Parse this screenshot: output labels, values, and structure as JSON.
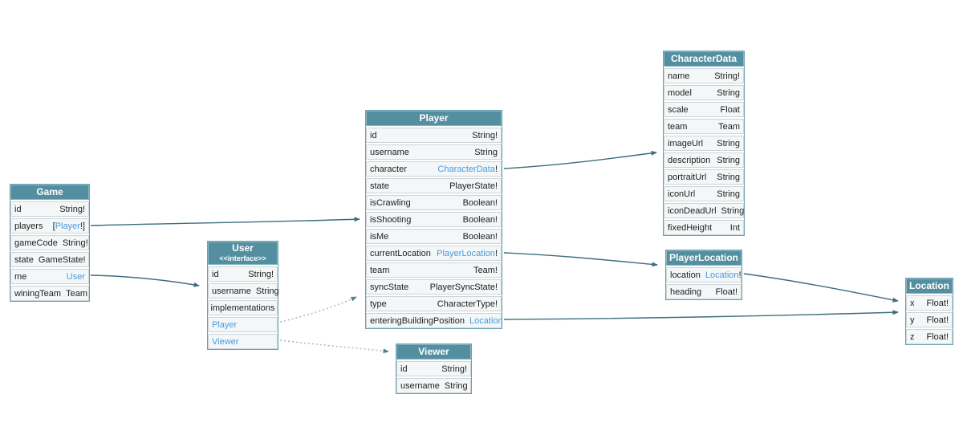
{
  "diagram": {
    "colors": {
      "header_bg": "#538fa0",
      "row_bg": "#f4f7f8",
      "link_text": "#4a9adf",
      "arrow_solid": "#3d6e7e",
      "arrow_dotted": "#9bb9c4"
    },
    "tables": [
      {
        "id": "game",
        "title": "Game",
        "rows": [
          {
            "name": "id",
            "type": [
              {
                "t": "String!"
              }
            ]
          },
          {
            "name": "players",
            "type": [
              {
                "t": "["
              },
              {
                "t": "Player",
                "link": true
              },
              {
                "t": "!]"
              }
            ]
          },
          {
            "name": "gameCode",
            "type": [
              {
                "t": "String!"
              }
            ]
          },
          {
            "name": "state",
            "type": [
              {
                "t": "GameState!"
              }
            ]
          },
          {
            "name": "me",
            "type": [
              {
                "t": "User",
                "link": true
              }
            ]
          },
          {
            "name": "winingTeam",
            "type": [
              {
                "t": "Team"
              }
            ]
          }
        ]
      },
      {
        "id": "user",
        "title": "User",
        "subtitle": "<<interface>>",
        "rows": [
          {
            "name": "id",
            "type": [
              {
                "t": "String!"
              }
            ]
          },
          {
            "name": "username",
            "type": [
              {
                "t": "String"
              }
            ]
          },
          {
            "section": "implementations"
          },
          {
            "link": "Player"
          },
          {
            "link": "Viewer"
          }
        ]
      },
      {
        "id": "player",
        "title": "Player",
        "rows": [
          {
            "name": "id",
            "type": [
              {
                "t": "String!"
              }
            ]
          },
          {
            "name": "username",
            "type": [
              {
                "t": "String"
              }
            ]
          },
          {
            "name": "character",
            "type": [
              {
                "t": "CharacterData",
                "link": true
              },
              {
                "t": "!"
              }
            ]
          },
          {
            "name": "state",
            "type": [
              {
                "t": "PlayerState!"
              }
            ]
          },
          {
            "name": "isCrawling",
            "type": [
              {
                "t": "Boolean!"
              }
            ]
          },
          {
            "name": "isShooting",
            "type": [
              {
                "t": "Boolean!"
              }
            ]
          },
          {
            "name": "isMe",
            "type": [
              {
                "t": "Boolean!"
              }
            ]
          },
          {
            "name": "currentLocation",
            "type": [
              {
                "t": "PlayerLocation",
                "link": true
              },
              {
                "t": "!"
              }
            ]
          },
          {
            "name": "team",
            "type": [
              {
                "t": "Team!"
              }
            ]
          },
          {
            "name": "syncState",
            "type": [
              {
                "t": "PlayerSyncState!"
              }
            ]
          },
          {
            "name": "type",
            "type": [
              {
                "t": "CharacterType!"
              }
            ]
          },
          {
            "name": "enteringBuildingPosition",
            "type": [
              {
                "t": "Location",
                "link": true
              }
            ]
          }
        ]
      },
      {
        "id": "viewer",
        "title": "Viewer",
        "rows": [
          {
            "name": "id",
            "type": [
              {
                "t": "String!"
              }
            ]
          },
          {
            "name": "username",
            "type": [
              {
                "t": "String"
              }
            ]
          }
        ]
      },
      {
        "id": "characterdata",
        "title": "CharacterData",
        "rows": [
          {
            "name": "name",
            "type": [
              {
                "t": "String!"
              }
            ]
          },
          {
            "name": "model",
            "type": [
              {
                "t": "String"
              }
            ]
          },
          {
            "name": "scale",
            "type": [
              {
                "t": "Float"
              }
            ]
          },
          {
            "name": "team",
            "type": [
              {
                "t": "Team"
              }
            ]
          },
          {
            "name": "imageUrl",
            "type": [
              {
                "t": "String"
              }
            ]
          },
          {
            "name": "description",
            "type": [
              {
                "t": "String"
              }
            ]
          },
          {
            "name": "portraitUrl",
            "type": [
              {
                "t": "String"
              }
            ]
          },
          {
            "name": "iconUrl",
            "type": [
              {
                "t": "String"
              }
            ]
          },
          {
            "name": "iconDeadUrl",
            "type": [
              {
                "t": "String"
              }
            ]
          },
          {
            "name": "fixedHeight",
            "type": [
              {
                "t": "Int"
              }
            ]
          }
        ]
      },
      {
        "id": "playerlocation",
        "title": "PlayerLocation",
        "rows": [
          {
            "name": "location",
            "type": [
              {
                "t": "Location",
                "link": true
              },
              {
                "t": "!"
              }
            ]
          },
          {
            "name": "heading",
            "type": [
              {
                "t": "Float!"
              }
            ]
          }
        ]
      },
      {
        "id": "location",
        "title": "Location",
        "rows": [
          {
            "name": "x",
            "type": [
              {
                "t": "Float!"
              }
            ]
          },
          {
            "name": "y",
            "type": [
              {
                "t": "Float!"
              }
            ]
          },
          {
            "name": "z",
            "type": [
              {
                "t": "Float!"
              }
            ]
          }
        ]
      }
    ],
    "edges": [
      {
        "from": "Game.players",
        "to": "Player",
        "style": "solid"
      },
      {
        "from": "Game.me",
        "to": "User",
        "style": "solid"
      },
      {
        "from": "Player.character",
        "to": "CharacterData",
        "style": "solid"
      },
      {
        "from": "Player.currentLocation",
        "to": "PlayerLocation",
        "style": "solid"
      },
      {
        "from": "Player.enteringBuildingPosition",
        "to": "Location",
        "style": "solid"
      },
      {
        "from": "PlayerLocation.location",
        "to": "Location",
        "style": "solid"
      },
      {
        "from": "User.Player",
        "to": "Player",
        "style": "dotted"
      },
      {
        "from": "User.Viewer",
        "to": "Viewer",
        "style": "dotted"
      }
    ]
  }
}
